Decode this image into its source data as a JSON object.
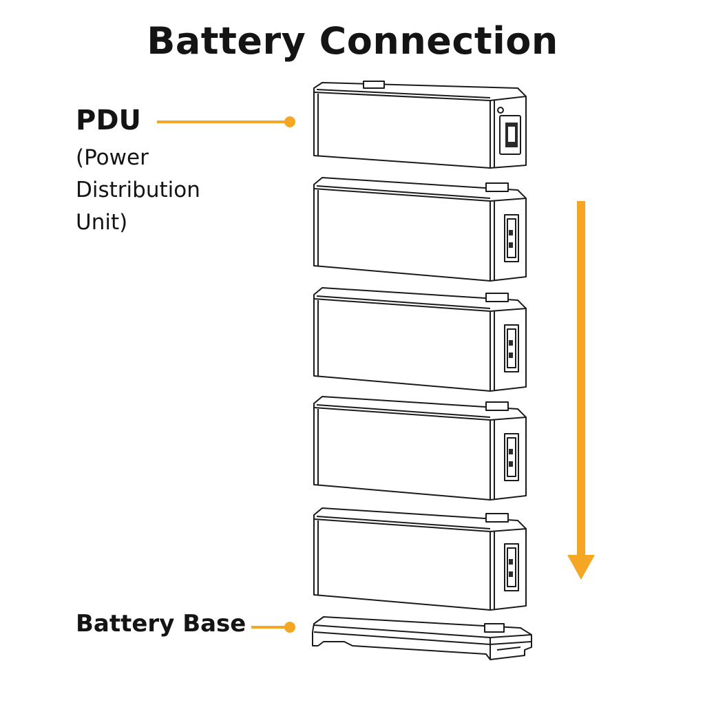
{
  "title": "Battery Connection",
  "labels": {
    "pdu": "PDU",
    "pdu_full": "(Power Distribution Unit)",
    "base": "Battery Base"
  },
  "colors": {
    "accent": "#F5A623",
    "line": "#1a1a1a",
    "background": "#ffffff"
  },
  "stack": {
    "top": "pdu",
    "modules": 4,
    "bottom": "battery-base",
    "direction": "downward"
  }
}
